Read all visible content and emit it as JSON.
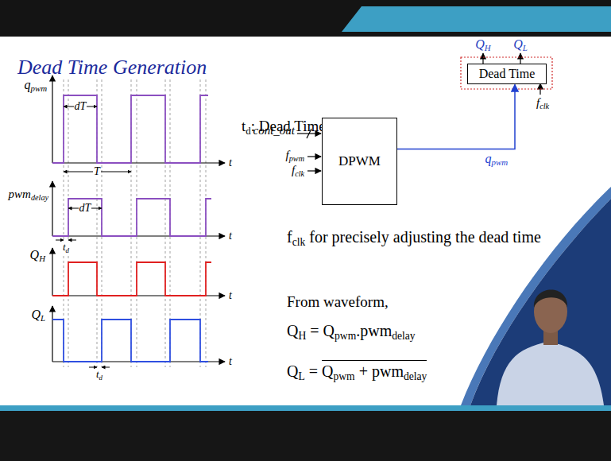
{
  "diagram": {
    "title": "Dead Time Generation",
    "nodes": [
      {
        "text": [
          "DPWM"
        ]
      },
      {
        "text": [
          "Dead Time"
        ]
      }
    ],
    "edges": [
      {
        "from": 0,
        "to": 1,
        "arrow": "to",
        "label": "qpwm"
      }
    ],
    "labels": [
      "qpwm",
      "dT",
      "T",
      "t",
      "pwmdelay",
      "dT",
      "td",
      "t",
      "QH",
      "t",
      "QL",
      "td",
      "t",
      "td: Dead Time",
      "cont_out",
      "fpwm",
      "fclk",
      "QH",
      "QL",
      "fclk",
      "fclk for precisely adjusting the dead time",
      "From waveform,",
      "QH = Qpwm.pwmdelay",
      "QL = Qpwm + pwmdelay"
    ]
  }
}
